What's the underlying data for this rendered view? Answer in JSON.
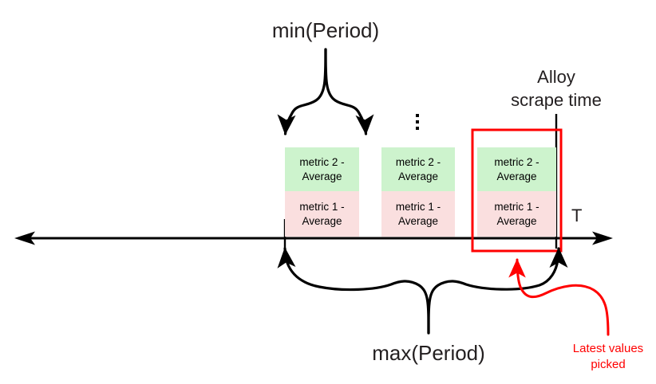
{
  "diagram": {
    "title_min_period": "min(Period)",
    "title_max_period": "max(Period)",
    "alloy_scrape_time_line1": "Alloy",
    "alloy_scrape_time_line2": "scrape time",
    "latest_values_line1": "Latest values",
    "latest_values_line2": "picked",
    "axis_label": "T",
    "ellipsis": "vertical-ellipsis",
    "colors": {
      "text": "#231f20",
      "accent_red": "#ff0000",
      "metric_green": "#cdf3cd",
      "metric_pink": "#fadfdf",
      "axis": "#000000"
    },
    "metric_boxes": [
      {
        "id": "box-1",
        "top_label_line1": "metric 2 -",
        "top_label_line2": "Average",
        "bottom_label_line1": "metric 1 -",
        "bottom_label_line2": "Average"
      },
      {
        "id": "box-2",
        "top_label_line1": "metric 2 -",
        "top_label_line2": "Average",
        "bottom_label_line1": "metric 1 -",
        "bottom_label_line2": "Average"
      },
      {
        "id": "box-3",
        "top_label_line1": "metric 2 -",
        "top_label_line2": "Average",
        "bottom_label_line1": "metric 1 -",
        "bottom_label_line2": "Average"
      }
    ]
  }
}
